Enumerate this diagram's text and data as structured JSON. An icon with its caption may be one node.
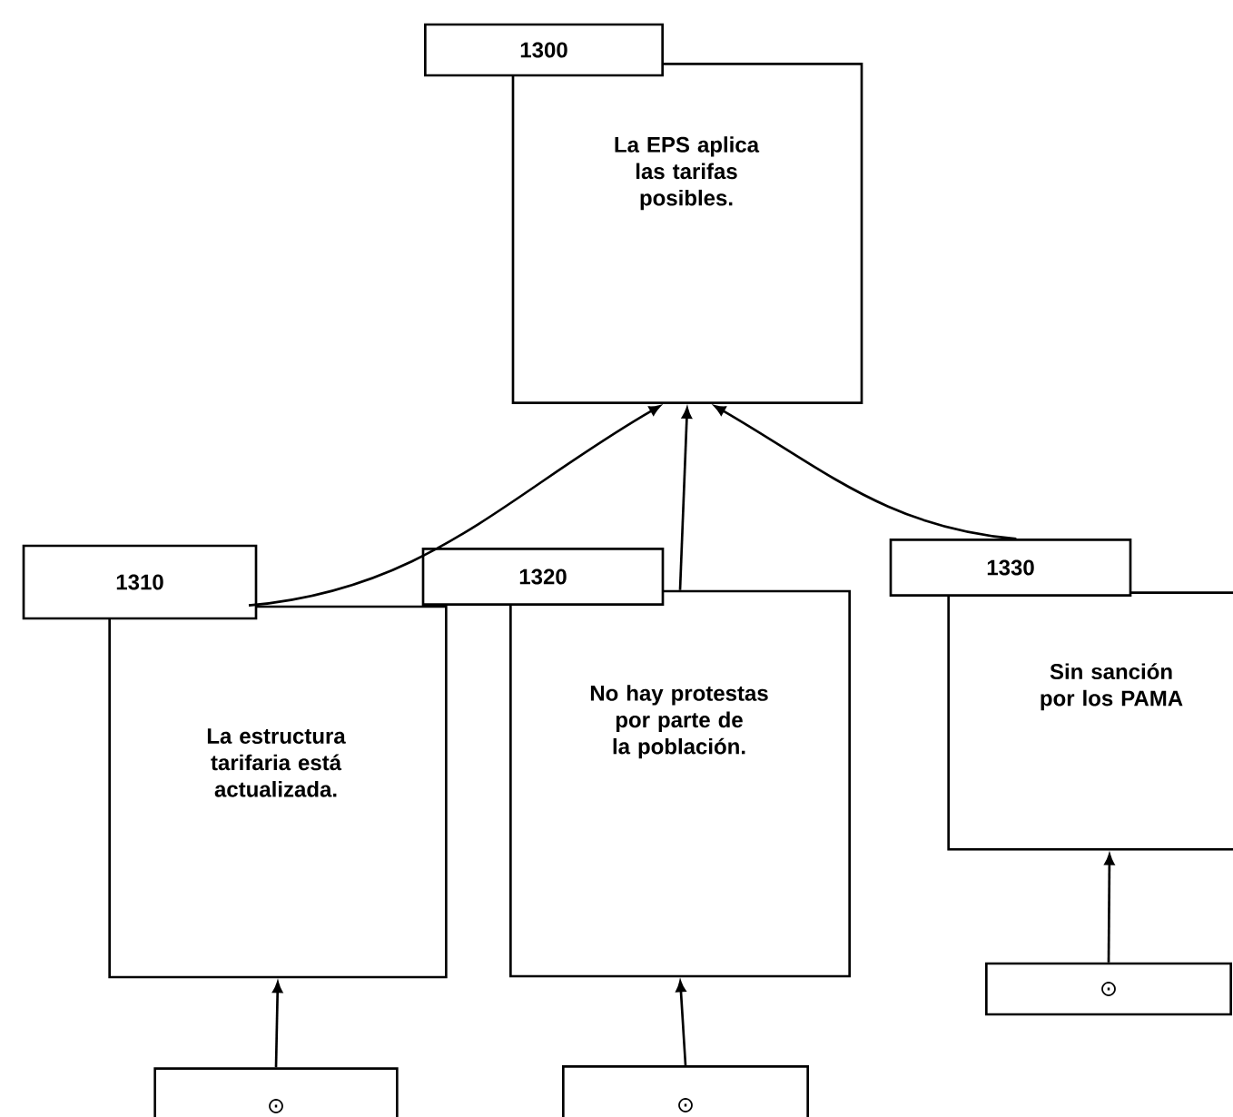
{
  "diagram": {
    "nodes": [
      {
        "text": [
          "1300",
          "La EPS  aplica las tarifas posibles."
        ]
      },
      {
        "text": [
          "1310",
          "La estructura tarifaria está actualizada."
        ]
      },
      {
        "text": [
          "1320",
          "No hay protestas por parte de la población."
        ]
      },
      {
        "text": [
          "1330",
          "Sin sanción por los PAMA"
        ]
      },
      {
        "text": [
          "⊙"
        ]
      },
      {
        "text": [
          "⊙"
        ]
      },
      {
        "text": [
          "⊙"
        ]
      }
    ],
    "edges": [
      {
        "from": 1,
        "to": 0,
        "arrow": "to"
      },
      {
        "from": 2,
        "to": 0,
        "arrow": "to"
      },
      {
        "from": 3,
        "to": 0,
        "arrow": "to"
      },
      {
        "from": 4,
        "to": 1,
        "arrow": "to"
      },
      {
        "from": 5,
        "to": 2,
        "arrow": "to"
      },
      {
        "from": 6,
        "to": 3,
        "arrow": "to"
      }
    ]
  }
}
